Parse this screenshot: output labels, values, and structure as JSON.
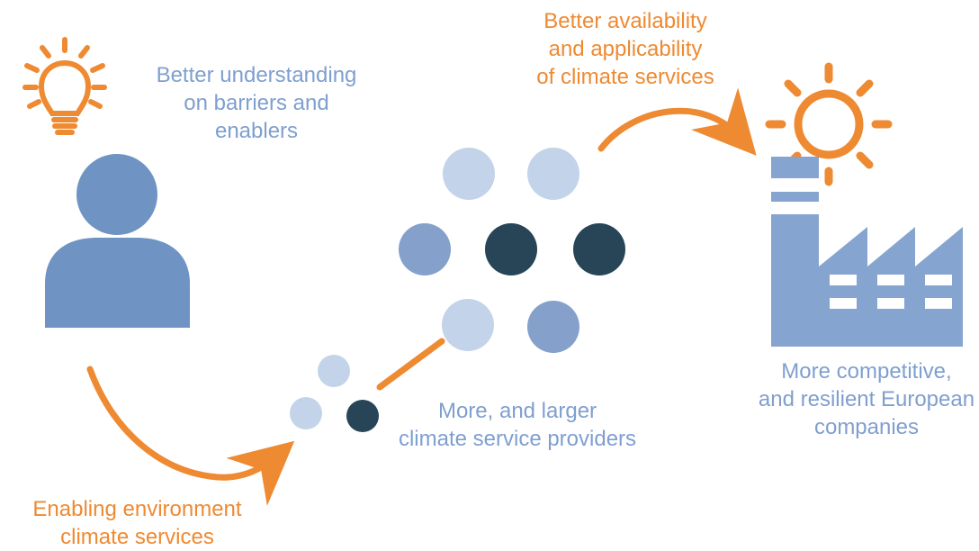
{
  "colors": {
    "orange": "#ee8a32",
    "blue": "#7f9fcf",
    "person": "#6f94c4",
    "factory": "#86a4d0",
    "light_dot": "#c3d4ea",
    "mid_dot": "#86a0cc",
    "dark_dot": "#284557"
  },
  "labels": {
    "understanding": [
      "Better understanding",
      "on barriers and",
      "enablers"
    ],
    "availability": [
      "Better availability",
      "and applicability",
      "of climate services"
    ],
    "competitive": [
      "More competitive,",
      "and resilient European",
      "companies"
    ],
    "providers": [
      "More, and larger",
      "climate service providers"
    ],
    "enabling": [
      "Enabling environment",
      "climate services"
    ]
  },
  "icons": {
    "lightbulb": "lightbulb-icon",
    "person": "person-icon",
    "sun": "sun-icon",
    "factory": "factory-icon"
  }
}
